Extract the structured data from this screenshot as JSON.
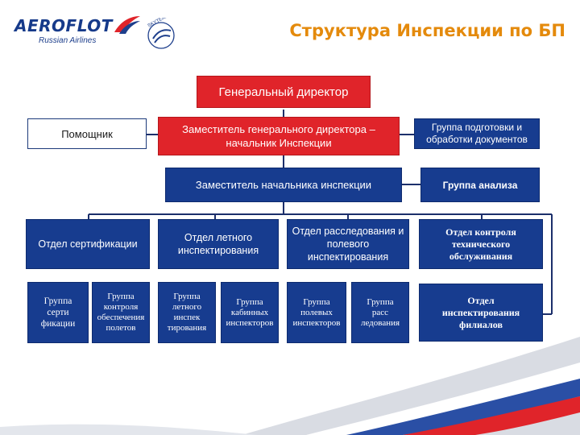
{
  "header": {
    "logo_text": "AEROFLOT",
    "logo_subtext": "Russian Airlines",
    "skyteam_text": "SKYTEAM",
    "title": "Структура Инспекции по БП"
  },
  "colors": {
    "title": "#e48a0c",
    "box_blue": "#173c8f",
    "box_red": "#e0242a",
    "connector": "#1c2f6b"
  },
  "org": {
    "general_director": "Генеральный директор",
    "assistant": "Помощник",
    "deputy_gd": "Заместитель генерального директора – начальник Инспекции",
    "doc_group": "Группа подготовки и обработки документов",
    "deputy_head": "Заместитель начальника инспекции",
    "analysis_group": "Группа анализа",
    "dept_cert": "Отдел сертификации",
    "dept_flight": "Отдел летного инспектирования",
    "dept_investigation": "Отдел расследования и полевого инспектирования",
    "dept_maintenance": "Отдел контроля технического обслуживания",
    "dept_branches": "Отдел инспектирования филиалов",
    "group_cert": "Группа серти фикации",
    "group_flight_support": "Группа контроля обеспечения полетов",
    "group_flight_insp": "Группа летного инспек тирования",
    "group_cabin": "Группа кабинных инспекторов",
    "group_field": "Группа полевых инспекторов",
    "group_investigation": "Группа расс ледования"
  }
}
